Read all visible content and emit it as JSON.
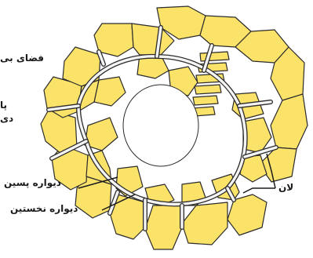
{
  "labels": {
    "space_partial": "فضای بی",
    "wall_partial_1": "پا",
    "wall_partial_2": "دی",
    "secondary_wall": "دیواره پسین",
    "primary_wall": "دیواره نخستین",
    "middle_lamella": "لان"
  },
  "colors": {
    "cell_fill": "#fbe36a",
    "cell_outline": "#2b2b2b",
    "wall": "#f4f4f4",
    "background": "#ffffff",
    "text": "#1a1a1a"
  }
}
